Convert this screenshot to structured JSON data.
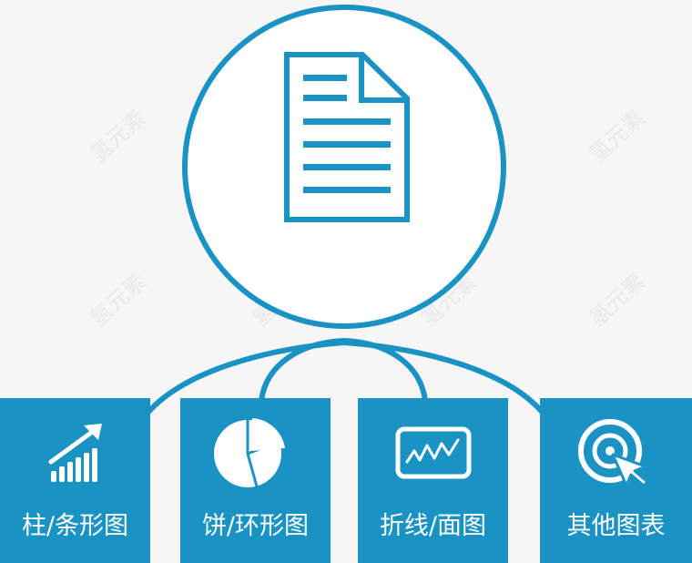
{
  "colors": {
    "accent": "#1a93c4",
    "background": "#f6f6f6",
    "circle_fill": "#ffffff"
  },
  "center": {
    "icon": "document-icon"
  },
  "categories": [
    {
      "label": "柱/条形图",
      "icon": "bar-chart-icon"
    },
    {
      "label": "饼/环形图",
      "icon": "pie-chart-icon"
    },
    {
      "label": "折线/面图",
      "icon": "line-chart-icon"
    },
    {
      "label": "其他图表",
      "icon": "target-cursor-icon"
    }
  ],
  "watermark": "氢元素"
}
